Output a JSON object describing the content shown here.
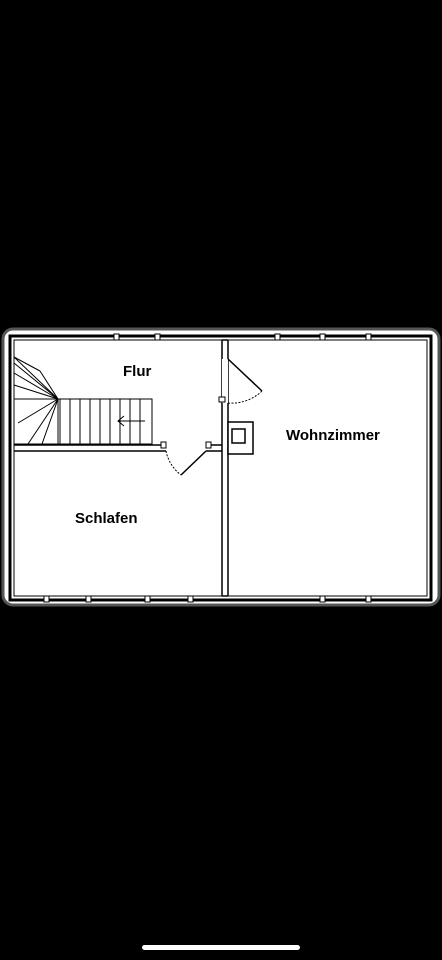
{
  "floor_plan": {
    "rooms": {
      "flur": "Flur",
      "wohnzimmer": "Wohnzimmer",
      "schlafen": "Schlafen"
    },
    "colors": {
      "background": "#000000",
      "paper": "#ffffff",
      "wall": "#000000",
      "window_fill": "#ffffff"
    },
    "icons": {
      "stair_arrow": "arrow-left-icon",
      "door_swing": "door-arc-icon",
      "window": "window-icon",
      "chimney": "chimney-shaft-icon"
    }
  },
  "system": {
    "home_indicator": "home-indicator"
  }
}
